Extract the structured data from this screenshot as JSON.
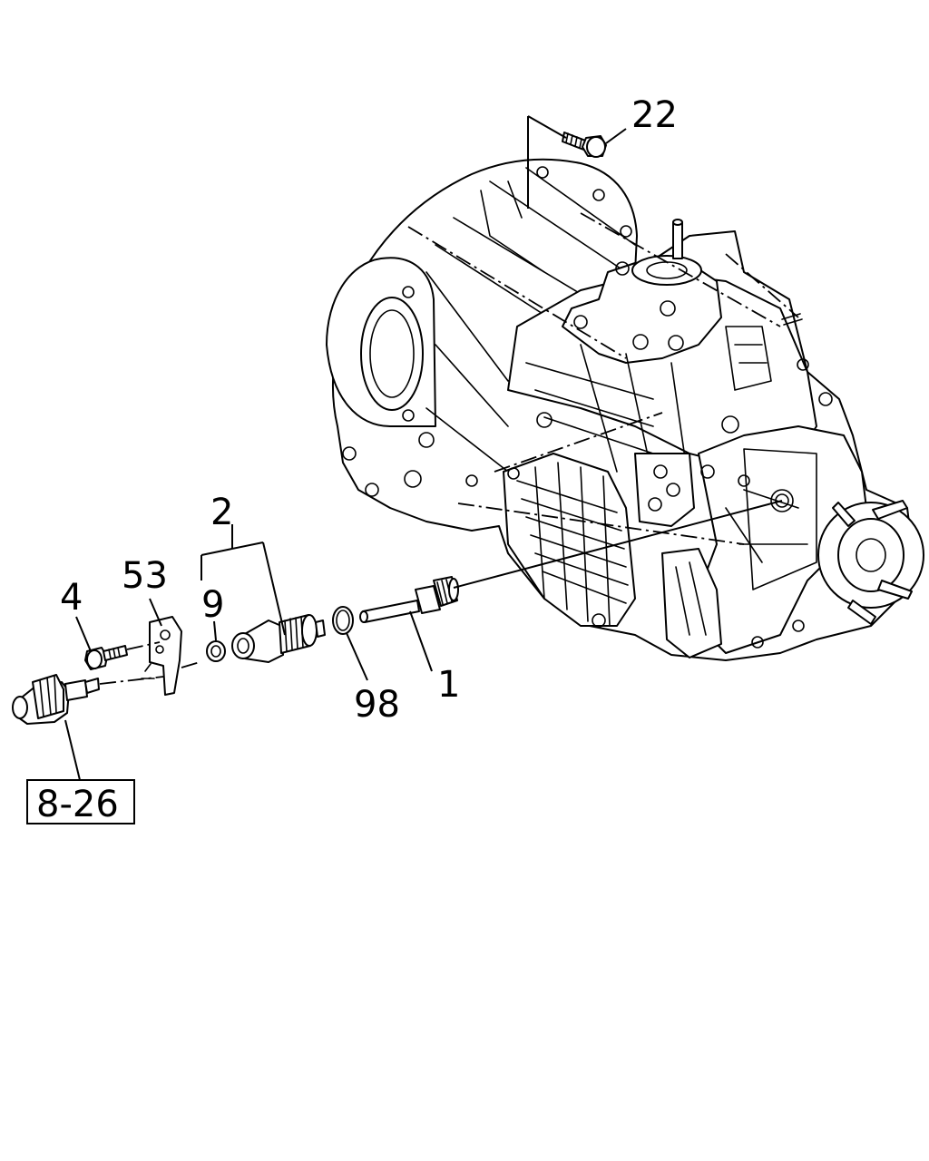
{
  "callouts": {
    "bolt_top": "22",
    "speedometer_assy": "2",
    "bracket": "53",
    "bolt_small": "4",
    "seal": "9",
    "o_ring": "98",
    "driven_gear_shaft": "1",
    "sensor_ref": "8-26"
  }
}
